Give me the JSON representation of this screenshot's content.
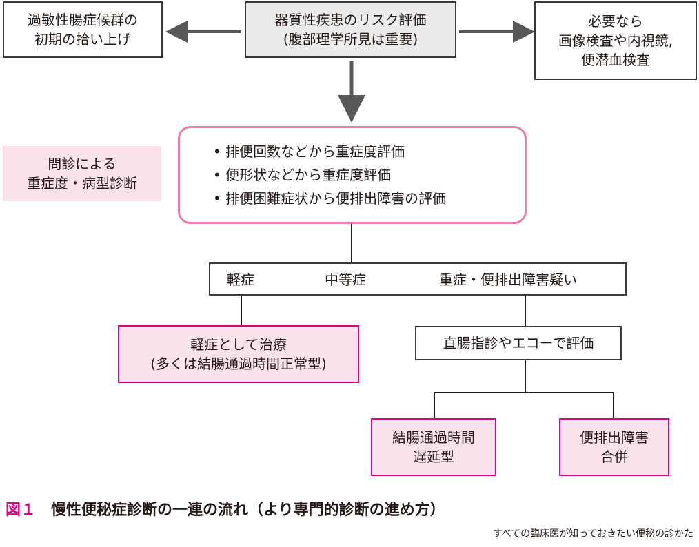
{
  "diagram": {
    "top_left": [
      "過敏性腸症候群の",
      "初期の拾い上げ"
    ],
    "top_center": [
      "器質性疾患のリスク評価",
      "(腹部理学所見は重要)"
    ],
    "top_right": [
      "必要なら",
      "画像検査や内視鏡,",
      "便潜血検査"
    ],
    "side_label": [
      "問診による",
      "重症度・病型診断"
    ],
    "assessment_bullets": [
      "• 排便回数などから重症度評価",
      "• 便形状などから重症度評価",
      "• 排便困難症状から便排出障害の評価"
    ],
    "severity": {
      "mild": "軽症",
      "moderate": "中等症",
      "severe": "重症・便排出障害疑い"
    },
    "mild_treatment": [
      "軽症として治療",
      "(多くは結腸通過時間正常型)"
    ],
    "rectal_eval": "直腸指診やエコーで評価",
    "outcome_left": [
      "結腸通過時間",
      "遅延型"
    ],
    "outcome_right": [
      "便排出障害",
      "合併"
    ]
  },
  "caption": {
    "figure_label": "図１",
    "title": "慢性便秘症診断の一連の流れ（より専門的診断の進め方）",
    "source": "すべての臨床医が知っておきたい便秘の診かた"
  },
  "colors": {
    "accent_pink": "#e4007f",
    "pink_fill": "#fbe1ec",
    "rounded_border": "#e77fad",
    "arrow_gray": "#595757"
  }
}
